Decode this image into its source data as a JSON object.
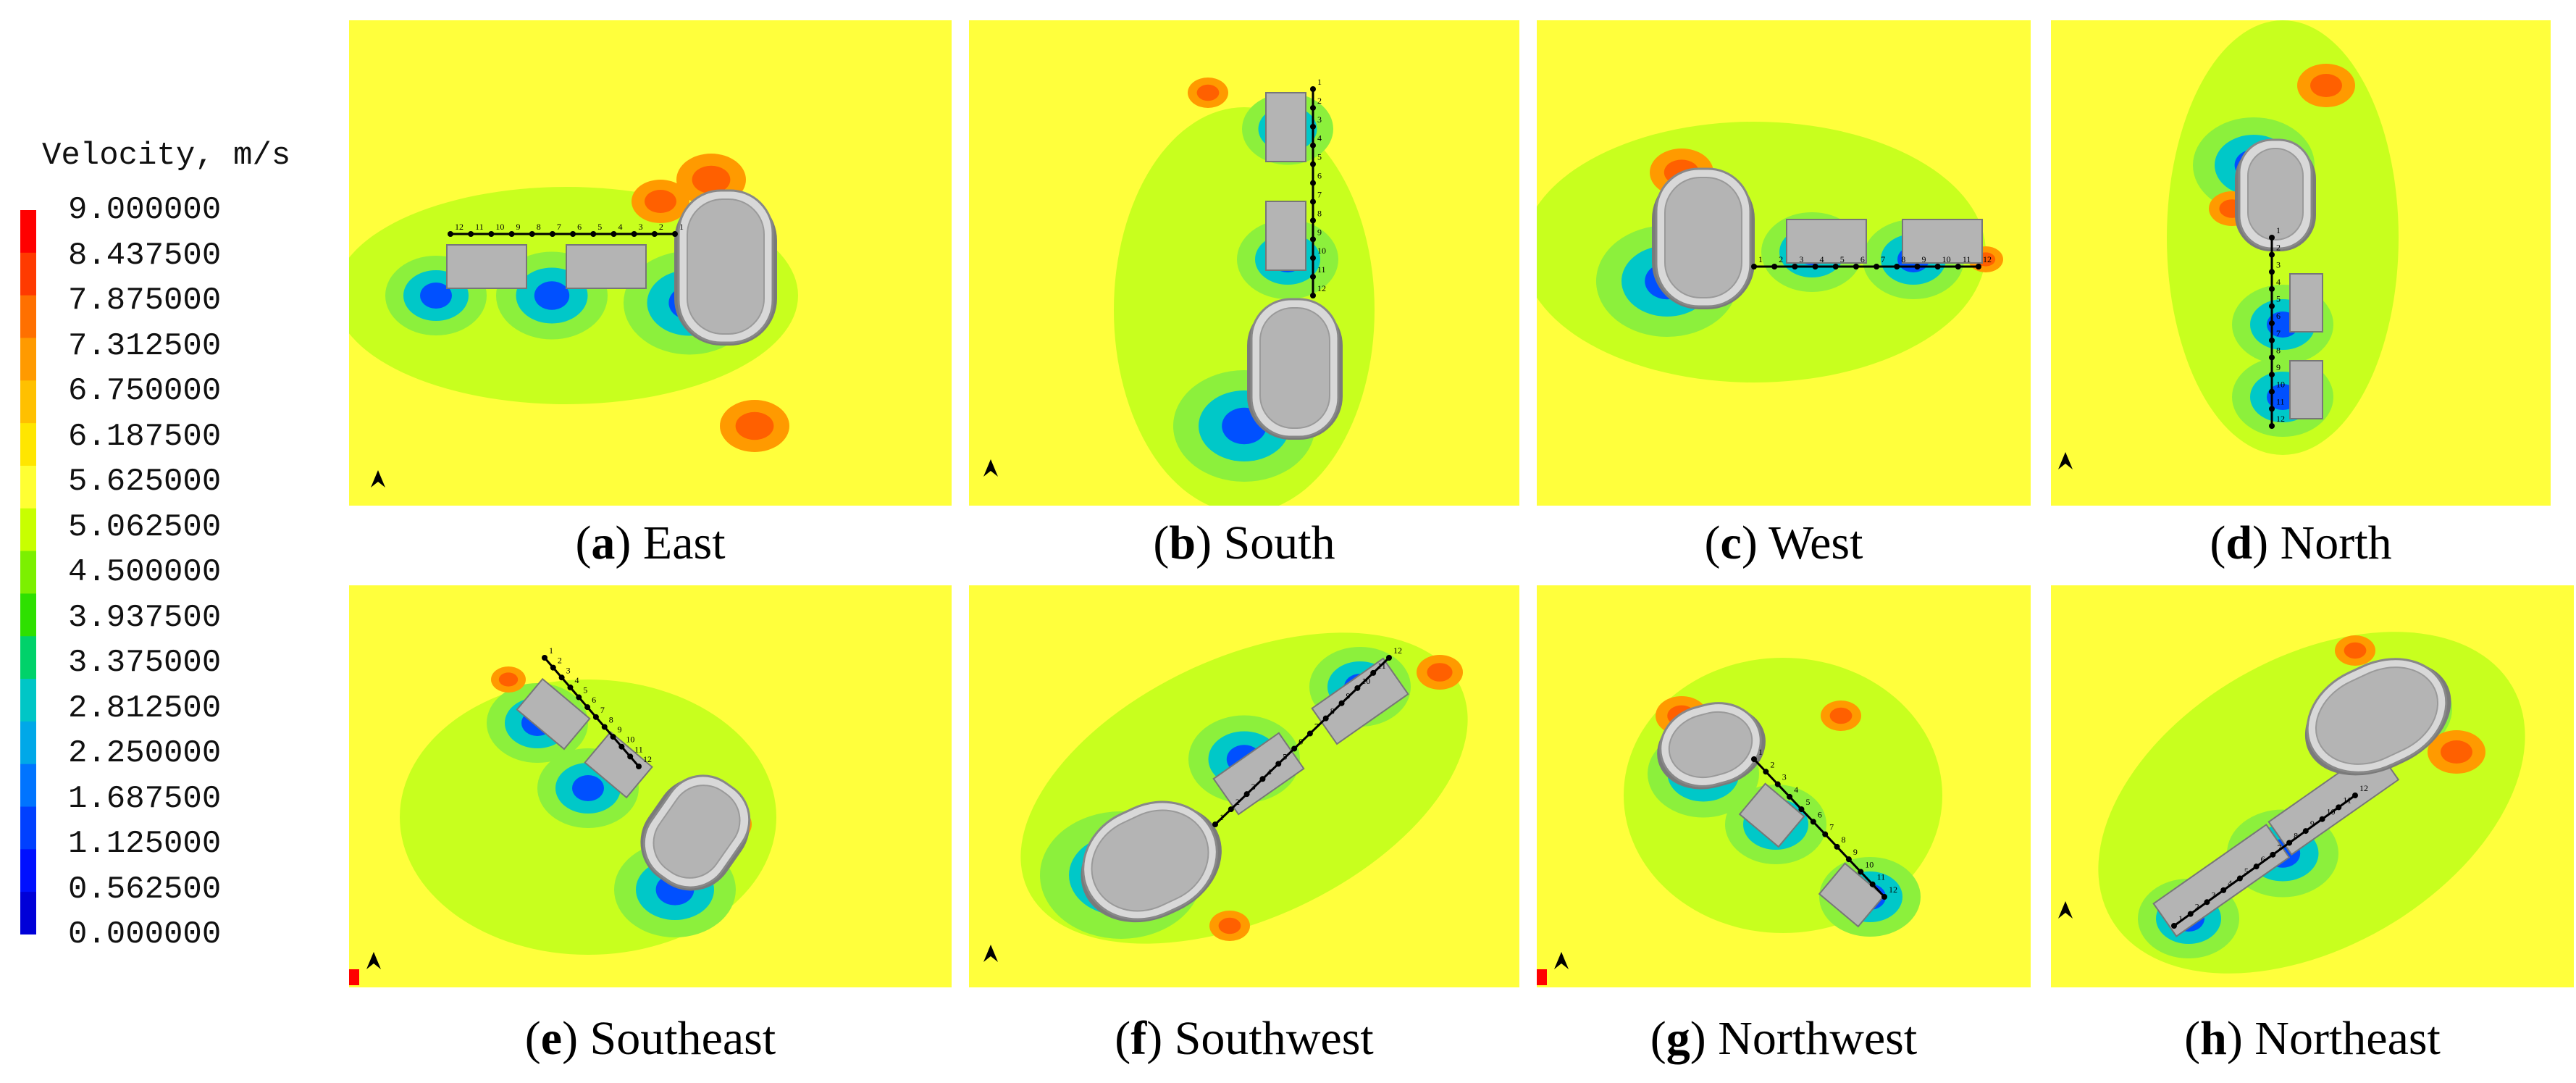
{
  "legend": {
    "title": "Velocity, m/s",
    "levels": [
      {
        "label": "9.000000",
        "color": "#ff0000"
      },
      {
        "label": "8.437500",
        "color": "#ff3a00"
      },
      {
        "label": "7.875000",
        "color": "#ff7000"
      },
      {
        "label": "7.312500",
        "color": "#ff9a00"
      },
      {
        "label": "6.750000",
        "color": "#ffc000"
      },
      {
        "label": "6.187500",
        "color": "#ffe600"
      },
      {
        "label": "5.625000",
        "color": "#ffff33"
      },
      {
        "label": "5.062500",
        "color": "#c8ff00"
      },
      {
        "label": "4.500000",
        "color": "#7cf000"
      },
      {
        "label": "3.937500",
        "color": "#2ee000"
      },
      {
        "label": "3.375000",
        "color": "#00d26a"
      },
      {
        "label": "2.812500",
        "color": "#00c6c6"
      },
      {
        "label": "2.250000",
        "color": "#00a8e8"
      },
      {
        "label": "1.687500",
        "color": "#0074ff"
      },
      {
        "label": "1.125000",
        "color": "#0040ff"
      },
      {
        "label": "0.562500",
        "color": "#0010ff"
      },
      {
        "label": "0.000000",
        "color": "#0000d8"
      }
    ]
  },
  "panels": [
    {
      "letter": "a",
      "name": "East"
    },
    {
      "letter": "b",
      "name": "South"
    },
    {
      "letter": "c",
      "name": "West"
    },
    {
      "letter": "d",
      "name": "North"
    },
    {
      "letter": "e",
      "name": "Southeast"
    },
    {
      "letter": "f",
      "name": "Southwest"
    },
    {
      "letter": "g",
      "name": "Northwest"
    },
    {
      "letter": "h",
      "name": "Northeast"
    }
  ],
  "point_labels": [
    "1",
    "2",
    "3",
    "4",
    "5",
    "6",
    "7",
    "8",
    "9",
    "10",
    "11",
    "12"
  ],
  "colors": {
    "field": "#ffff3c",
    "field_light": "#c8ff1e",
    "field_green": "#8cf03c",
    "wake_cyan": "#00c8c8",
    "wake_blue": "#0050ff",
    "high": "#ff9a00",
    "building": "#b4b4b4",
    "building_dark": "#8a8a8a"
  }
}
